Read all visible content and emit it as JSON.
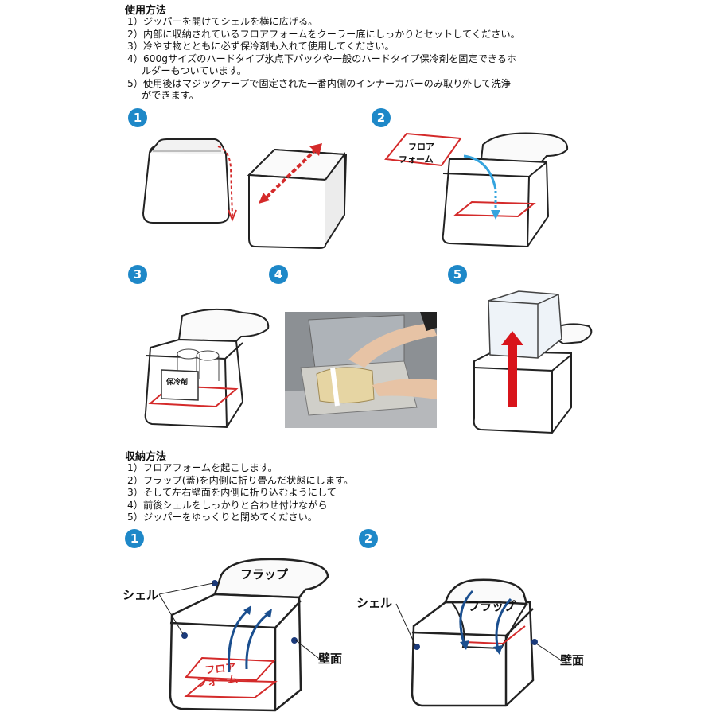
{
  "usage": {
    "title": "使用方法",
    "steps": [
      "1）ジッパーを開けてシェルを横に広げる。",
      "2）内部に収納されているフロアフォームをクーラー底にしっかりとセットしてください。",
      "3）冷やす物とともに必ず保冷剤も入れて使用してください。",
      "4）600gサイズのハードタイプ氷点下パックや一般のハードタイプ保冷剤を固定できるホ",
      "ルダーもついています。",
      "5）使用後はマジックテープで固定された一番内側のインナーカバーのみ取り外して洗浄",
      "ができます。"
    ],
    "badges": [
      "1",
      "2",
      "3",
      "4",
      "5"
    ],
    "floor_label_line1": "フロア",
    "floor_label_line2": "フォーム",
    "ice_pack_label": "保冷剤"
  },
  "storage": {
    "title": "収納方法",
    "steps": [
      "1）フロアフォームを起こします。",
      "2）フラップ(蓋)を内側に折り畳んだ状態にします。",
      "3）そして左右壁面を内側に折り込むようにして",
      "4）前後シェルをしっかりと合わせ付けながら",
      "5）ジッパーをゆっくりと閉めてください。"
    ],
    "badges": [
      "1",
      "2"
    ],
    "label_flap": "フラップ",
    "label_shell": "シェル",
    "label_wall": "壁面",
    "label_floor_line1": "フロア",
    "label_floor_line2": "フォーム"
  },
  "colors": {
    "badge": "#1e88c8",
    "red_outline": "#d42a2a",
    "blue_arrow": "#1b4f8f",
    "light_blue_arrow": "#35a4de",
    "red_arrow": "#d8141b"
  }
}
